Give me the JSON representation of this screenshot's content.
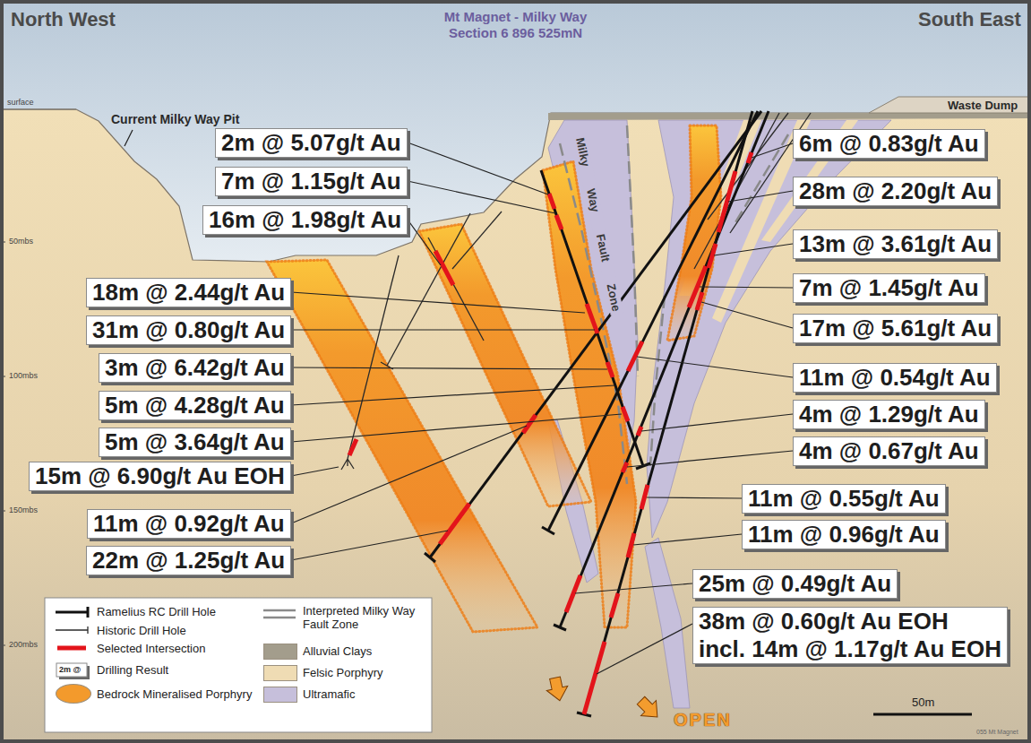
{
  "diagram": {
    "title": "Mt Magnet - Milky Way Section 6 896 525mN",
    "nodes": [
      {
        "text": [
          "2m @ 5.07g/t Au"
        ]
      },
      {
        "text": [
          "7m @ 1.15g/t Au"
        ]
      },
      {
        "text": [
          "16m @ 1.98g/t Au"
        ]
      },
      {
        "text": [
          "18m @ 2.44g/t Au"
        ]
      },
      {
        "text": [
          "31m @ 0.80g/t Au"
        ]
      },
      {
        "text": [
          "3m @ 6.42g/t Au"
        ]
      },
      {
        "text": [
          "5m @ 4.28g/t Au"
        ]
      },
      {
        "text": [
          "5m @ 3.64g/t Au"
        ]
      },
      {
        "text": [
          "15m @ 6.90g/t Au EOH"
        ]
      },
      {
        "text": [
          "11m @ 0.92g/t Au"
        ]
      },
      {
        "text": [
          "22m @ 1.25g/t Au"
        ]
      },
      {
        "text": [
          "6m @ 0.83g/t Au"
        ]
      },
      {
        "text": [
          "28m @ 2.20g/t Au"
        ]
      },
      {
        "text": [
          "13m @ 3.61g/t Au"
        ]
      },
      {
        "text": [
          "7m @ 1.45g/t Au"
        ]
      },
      {
        "text": [
          "17m @ 5.61g/t Au"
        ]
      },
      {
        "text": [
          "11m @ 0.54g/t Au"
        ]
      },
      {
        "text": [
          "4m @ 1.29g/t Au"
        ]
      },
      {
        "text": [
          "4m @ 0.67g/t Au"
        ]
      },
      {
        "text": [
          "11m @ 0.55g/t Au"
        ]
      },
      {
        "text": [
          "11m @ 0.96g/t Au"
        ]
      },
      {
        "text": [
          "25m @ 0.49g/t Au"
        ]
      },
      {
        "text": [
          "38m @ 0.60g/t Au EOH",
          "incl. 14m @ 1.17g/t Au EOH"
        ]
      }
    ],
    "labels": [
      "North West",
      "South East",
      "surface",
      "Current Milky Way Pit",
      "Waste Dump",
      "Milky Way Fault Zone",
      "50mbs",
      "100mbs",
      "150mbs",
      "200mbs",
      "2m @",
      "OPEN",
      "50m",
      "055 Mt Magnet"
    ],
    "legend": [
      {
        "text": "Ramelius RC Drill Hole"
      },
      {
        "text": "Historic Drill Hole"
      },
      {
        "text": "Selected Intersection"
      },
      {
        "text": "Drilling Result"
      },
      {
        "text": "Bedrock Mineralised Porphyry",
        "color": "#f39a2c"
      },
      {
        "text": "Interpreted Milky Way Fault Zone"
      },
      {
        "text": "Alluvial Clays",
        "color": "#a39d8c"
      },
      {
        "text": "Felsic Porphyry",
        "color": "#efdcb4"
      },
      {
        "text": "Ultramafic",
        "color": "#c6bfdb"
      }
    ]
  }
}
